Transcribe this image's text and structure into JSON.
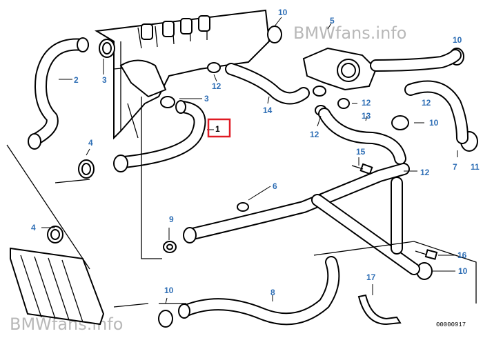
{
  "watermark_top": "BMWfans.info",
  "watermark_bottom": "BMWfans.info",
  "diagram_number": "00000917",
  "highlighted_callout": "1",
  "callouts": [
    "1",
    "2",
    "3",
    "3",
    "4",
    "4",
    "5",
    "6",
    "7",
    "8",
    "9",
    "10",
    "10",
    "10",
    "10",
    "10",
    "11",
    "12",
    "12",
    "12",
    "12",
    "12",
    "13",
    "14",
    "15",
    "16",
    "17"
  ],
  "colors": {
    "callout": "#2e6eb5",
    "highlight": "#e01b24",
    "watermark": "#b8b8b8"
  }
}
